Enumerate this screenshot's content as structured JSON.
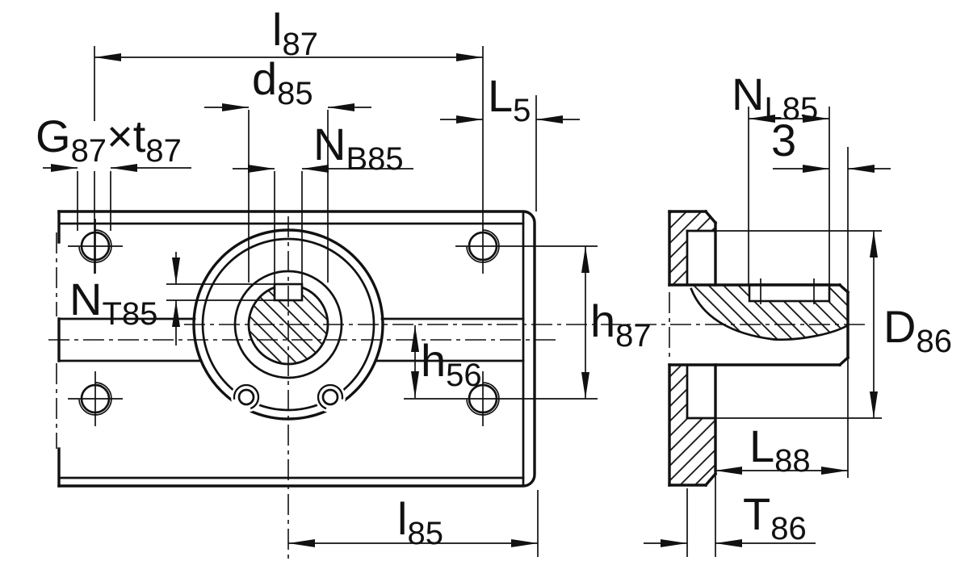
{
  "drawing": {
    "colors": {
      "line": "#111111",
      "background": "#ffffff"
    },
    "labels": {
      "l87": {
        "main": "l",
        "sub": "87"
      },
      "d85": {
        "main": "d",
        "sub": "85"
      },
      "g87t87": {
        "part1": "G",
        "sub1": "87",
        "times": "×",
        "part2": "t",
        "sub2": "87"
      },
      "nb85": {
        "main": "N",
        "sub": "B85"
      },
      "l5": {
        "main": "L",
        "sub": "5"
      },
      "nt85": {
        "main": "N",
        "sub": "T85"
      },
      "h87": {
        "main": "h",
        "sub": "87"
      },
      "h56": {
        "main": "h",
        "sub": "56"
      },
      "l85": {
        "main": "l",
        "sub": "85"
      },
      "nl85": {
        "main": "N",
        "sub": "L85"
      },
      "three": {
        "value": "3"
      },
      "d86": {
        "main": "D",
        "sub": "86"
      },
      "l88": {
        "main": "L",
        "sub": "88"
      },
      "t86": {
        "main": "T",
        "sub": "86"
      }
    }
  }
}
